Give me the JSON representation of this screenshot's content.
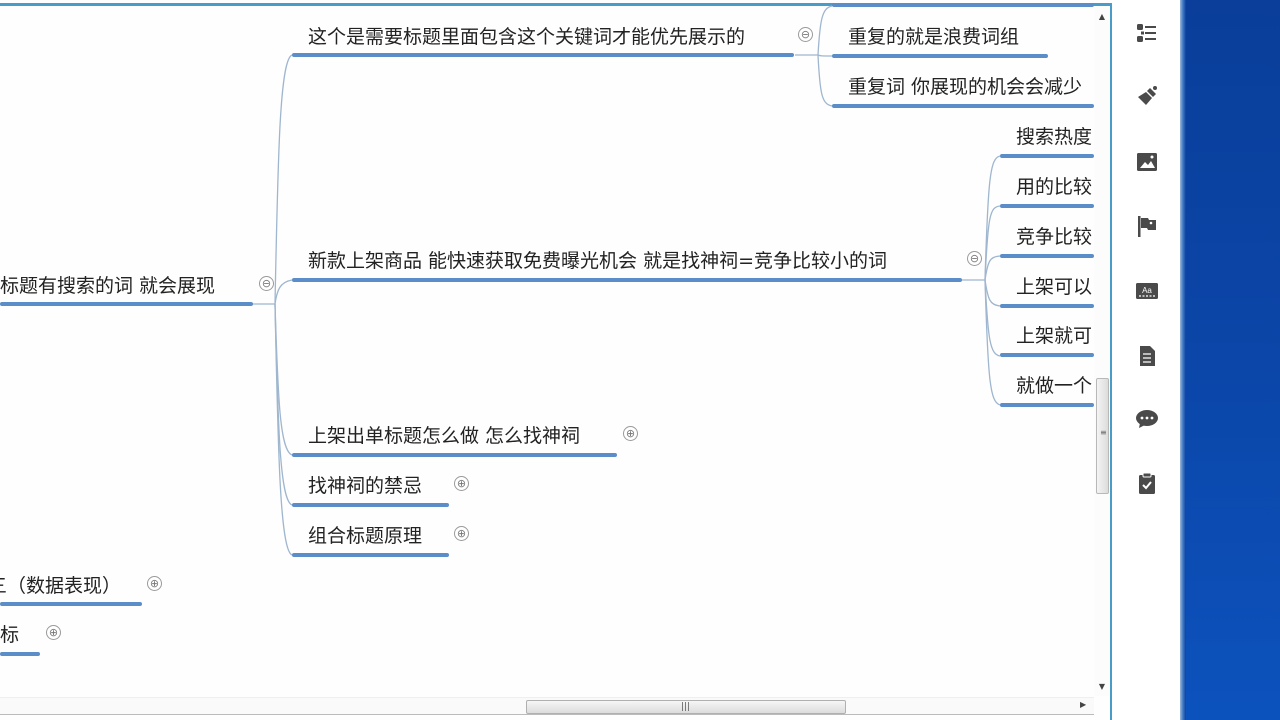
{
  "mindmap": {
    "root_fragment": {
      "label": "标题有搜索的词 就会展现",
      "toggle": "⊖"
    },
    "branches": [
      {
        "label": "这个是需要标题里面包含这个关键词才能优先展示的",
        "toggle": "⊖",
        "children": [
          {
            "label": "重复的就是浪费词组"
          },
          {
            "label": "重复词 你展现的机会会减少"
          }
        ]
      },
      {
        "label": "新款上架商品  能快速获取免费曝光机会    就是找神祠=竞争比较小的词",
        "toggle": "⊖",
        "children": [
          {
            "label": "搜索热度"
          },
          {
            "label": "用的比较"
          },
          {
            "label": "竞争比较"
          },
          {
            "label": "上架可以"
          },
          {
            "label": "上架就可"
          },
          {
            "label": "就做一个"
          }
        ]
      },
      {
        "label": "上架出单标题怎么做 怎么找神祠",
        "toggle": "⊕"
      },
      {
        "label": "找神祠的禁忌",
        "toggle": "⊕"
      },
      {
        "label": "组合标题原理",
        "toggle": "⊕"
      }
    ],
    "left_siblings": [
      {
        "label": "（数据表现）",
        "prefix_fragment": "三",
        "toggle": "⊕"
      },
      {
        "label": "标",
        "toggle": "⊕"
      }
    ]
  },
  "scrollbars": {
    "vertical": {
      "up": "▲",
      "down": "▼",
      "grip": "≡"
    },
    "horizontal": {
      "right": "▶",
      "grip": "|||"
    }
  },
  "toolbar": {
    "items": [
      {
        "name": "outline",
        "icon": "outline-icon"
      },
      {
        "name": "style",
        "icon": "paintbrush-icon"
      },
      {
        "name": "image",
        "icon": "image-icon"
      },
      {
        "name": "marker",
        "icon": "flag-icon"
      },
      {
        "name": "format",
        "icon": "text-format-icon"
      },
      {
        "name": "notes",
        "icon": "document-icon"
      },
      {
        "name": "comments",
        "icon": "comment-icon"
      },
      {
        "name": "tasks",
        "icon": "clipboard-check-icon"
      }
    ]
  },
  "colors": {
    "underline": "#5b8dc9",
    "frame": "#4a9cc8",
    "icon": "#4a4a4a",
    "desktop": "#0b46a8"
  }
}
